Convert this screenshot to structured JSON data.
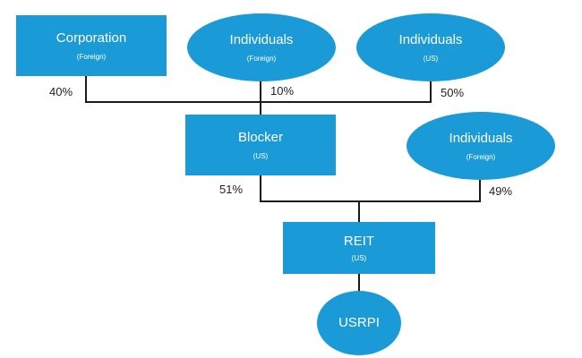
{
  "nodes": {
    "corporation": {
      "title": "Corporation",
      "sub": "(Foreign)"
    },
    "individuals_foreign_top": {
      "title": "Individuals",
      "sub": "(Foreign)"
    },
    "individuals_us": {
      "title": "Individuals",
      "sub": "(US)"
    },
    "blocker": {
      "title": "Blocker",
      "sub": "(US)"
    },
    "individuals_foreign_mid": {
      "title": "Individuals",
      "sub": "(Foreign)"
    },
    "reit": {
      "title": "REIT",
      "sub": "(US)"
    },
    "usrpi": {
      "title": "USRPI"
    }
  },
  "percentages": {
    "corporation": "40%",
    "individuals_foreign_top": "10%",
    "individuals_us": "50%",
    "blocker": "51%",
    "individuals_foreign_mid": "49%"
  },
  "colors": {
    "node_fill": "#1a9bd8",
    "connector": "#1a1a1a"
  }
}
